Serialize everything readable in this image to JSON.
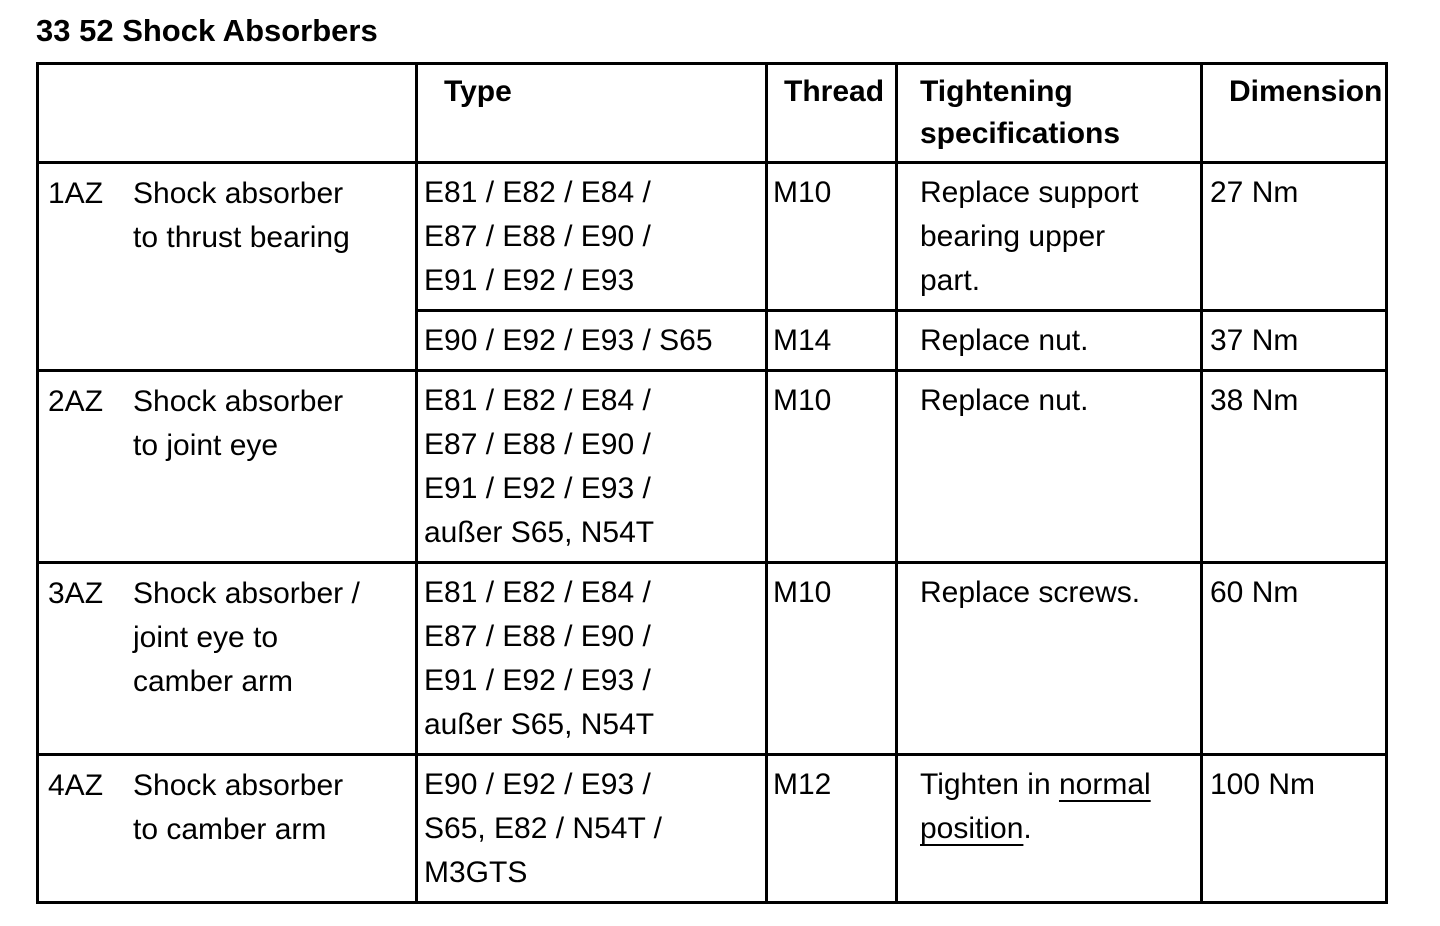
{
  "page": {
    "title": "33 52 Shock Absorbers"
  },
  "table": {
    "headers": {
      "item": "",
      "type": "Type",
      "thread": "Thread",
      "tightening": "Tightening specifications",
      "dimension": "Dimension"
    },
    "rows": [
      {
        "code": "1AZ",
        "description": "Shock absorber\nto thrust bearing",
        "variants": [
          {
            "type": "E81 / E82 / E84 /\nE87 / E88 / E90 /\nE91 / E92 / E93",
            "thread": "M10",
            "tightening": "Replace support\nbearing upper\npart.",
            "dimension": "27 Nm"
          },
          {
            "type": "E90 / E92 / E93 / S65",
            "thread": "M14",
            "tightening": "Replace nut.",
            "dimension": "37 Nm"
          }
        ]
      },
      {
        "code": "2AZ",
        "description": "Shock absorber\nto joint eye",
        "type": "E81 / E82 / E84 /\nE87 / E88 / E90 /\nE91 / E92 / E93 /\naußer S65, N54T",
        "thread": "M10",
        "tightening": "Replace nut.",
        "dimension": "38 Nm"
      },
      {
        "code": "3AZ",
        "description": "Shock absorber /\njoint eye to\ncamber arm",
        "type": "E81 / E82 / E84 /\nE87 / E88 / E90 /\nE91 / E92 / E93 /\naußer S65, N54T",
        "thread": "M10",
        "tightening": "Replace screws.",
        "dimension": "60 Nm"
      },
      {
        "code": "4AZ",
        "description": "Shock absorber\nto camber arm",
        "type": "E90 / E92 / E93 /\nS65, E82 / N54T /\nM3GTS",
        "thread": "M12",
        "tightening_prefix": "Tighten in ",
        "tightening_underlined": "normal position",
        "tightening_suffix": ".",
        "dimension": "100 Nm"
      }
    ]
  }
}
